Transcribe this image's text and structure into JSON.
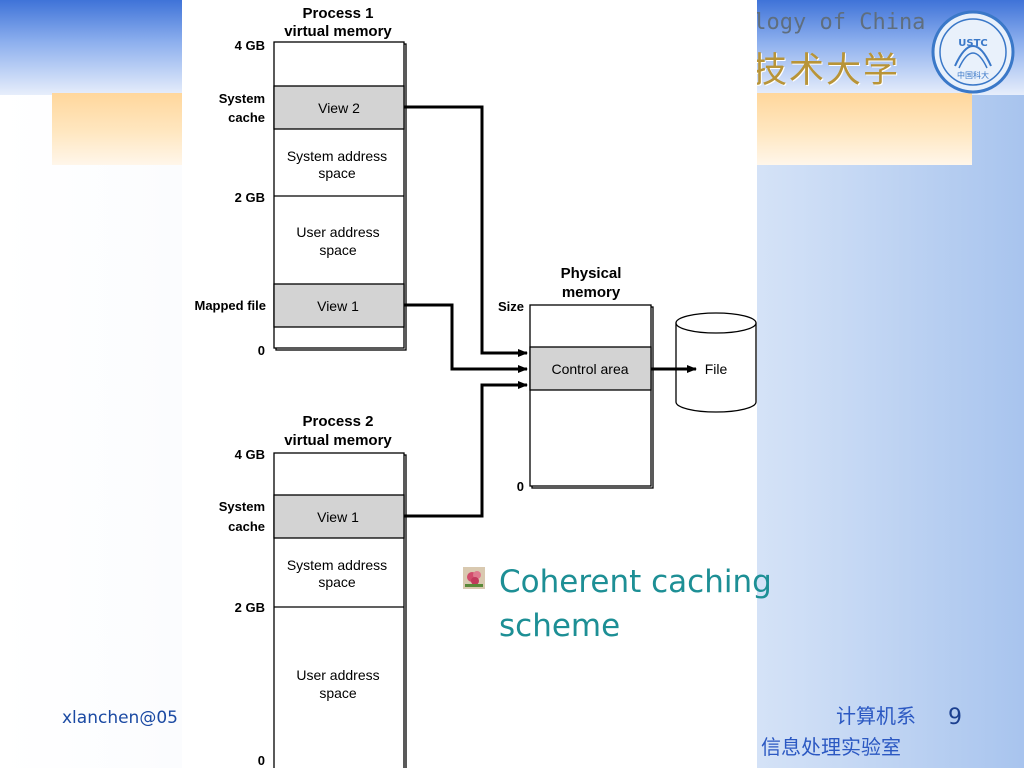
{
  "header": {
    "university_en_fragment": "ology of China",
    "university_cn_fragment": "技术大学",
    "logo": {
      "icon": "ustc-logo-icon",
      "text_top": "USTC",
      "text_bottom": "中国科大"
    }
  },
  "diagram": {
    "process1": {
      "title_line1": "Process 1",
      "title_line2": "virtual memory",
      "addr_top": "4 GB",
      "addr_mid": "2 GB",
      "addr_bottom": "0",
      "label_system_cache_1": "System",
      "label_system_cache_2": "cache",
      "label_mapped_file": "Mapped file",
      "region_view2": "View 2",
      "region_sys_1": "System address",
      "region_sys_2": "space",
      "region_user_1": "User address",
      "region_user_2": "space",
      "region_view1": "View 1"
    },
    "process2": {
      "title_line1": "Process 2",
      "title_line2": "virtual memory",
      "addr_top": "4 GB",
      "addr_mid": "2 GB",
      "addr_bottom": "0",
      "label_system_cache_1": "System",
      "label_system_cache_2": "cache",
      "region_view1": "View 1",
      "region_sys_1": "System address",
      "region_sys_2": "space",
      "region_user_1": "User address",
      "region_user_2": "space"
    },
    "physical": {
      "title_line1": "Physical",
      "title_line2": "memory",
      "label_size": "Size",
      "label_zero": "0",
      "region_control": "Control area"
    },
    "file": {
      "label": "File"
    }
  },
  "content": {
    "bullet_icon": "flower-bullet-icon",
    "bullet_text": "Coherent caching scheme"
  },
  "footer": {
    "author": "xlanchen@05",
    "dept": "计算机系",
    "lab": "信息处理实验室",
    "page": "9"
  },
  "colors": {
    "accent_teal": "#1d8f95",
    "footer_blue": "#2b58c2",
    "region_gray": "#d3d3d3",
    "logo_blue": "#3a78c8"
  }
}
